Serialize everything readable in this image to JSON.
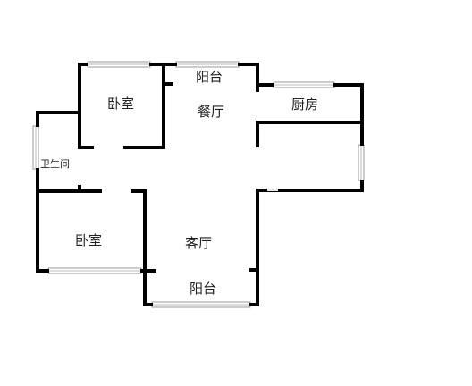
{
  "floor_plan": {
    "rooms": {
      "bedroom_top": "卧室",
      "balcony_top": "阳台",
      "dining": "餐厅",
      "kitchen": "厨房",
      "bathroom": "卫生间",
      "bedroom_bottom": "卧室",
      "living": "客厅",
      "balcony_bottom": "阳台"
    },
    "colors": {
      "wall": "#000000",
      "window_frame": "#9a9a9a",
      "background": "#ffffff"
    }
  }
}
